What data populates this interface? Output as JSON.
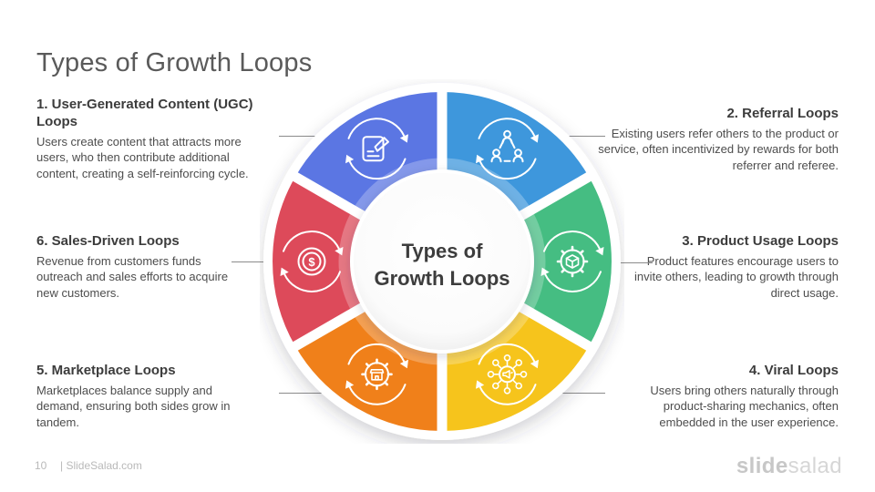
{
  "page": {
    "title": "Types of Growth Loops"
  },
  "diagram": {
    "center": {
      "line1": "Types of",
      "line2": "Growth Loops"
    },
    "segments": [
      {
        "id": "ugc",
        "label": "User-Generated Content (UGC) Loops",
        "color": "#5b76e3",
        "icon": "document-pencil-loop-icon"
      },
      {
        "id": "referral",
        "label": "Referral Loops",
        "color": "#3e97dc",
        "icon": "people-network-loop-icon"
      },
      {
        "id": "product-usage",
        "label": "Product Usage Loops",
        "color": "#45bd82",
        "icon": "gear-cube-loop-icon"
      },
      {
        "id": "viral",
        "label": "Viral Loops",
        "color": "#f6c41c",
        "icon": "megaphone-network-loop-icon"
      },
      {
        "id": "marketplace",
        "label": "Marketplace Loops",
        "color": "#f0801a",
        "icon": "gear-storefront-loop-icon"
      },
      {
        "id": "sales",
        "label": "Sales-Driven Loops",
        "color": "#dd4a5a",
        "icon": "dollar-coin-loop-icon"
      }
    ]
  },
  "blocks": {
    "left": [
      {
        "heading": "1. User-Generated Content (UGC) Loops",
        "body": "Users create content that attracts more users, who then contribute additional content, creating a self-reinforcing cycle."
      },
      {
        "heading": "6. Sales-Driven Loops",
        "body": "Revenue from customers funds outreach and sales efforts to acquire new customers."
      },
      {
        "heading": "5. Marketplace Loops",
        "body": "Marketplaces balance supply and demand, ensuring both sides grow in tandem."
      }
    ],
    "right": [
      {
        "heading": "2. Referral Loops",
        "body": "Existing users refer others to the product or service, often incentivized by rewards for both referrer and referee."
      },
      {
        "heading": "3. Product Usage Loops",
        "body": "Product features encourage users to invite others, leading to growth through direct usage."
      },
      {
        "heading": "4. Viral Loops",
        "body": "Users bring others naturally through product-sharing mechanics, often embedded in the user experience."
      }
    ]
  },
  "footer": {
    "page_number": "10",
    "source": "| SlideSalad.com",
    "logo": {
      "bold": "slide",
      "light": "salad"
    }
  }
}
